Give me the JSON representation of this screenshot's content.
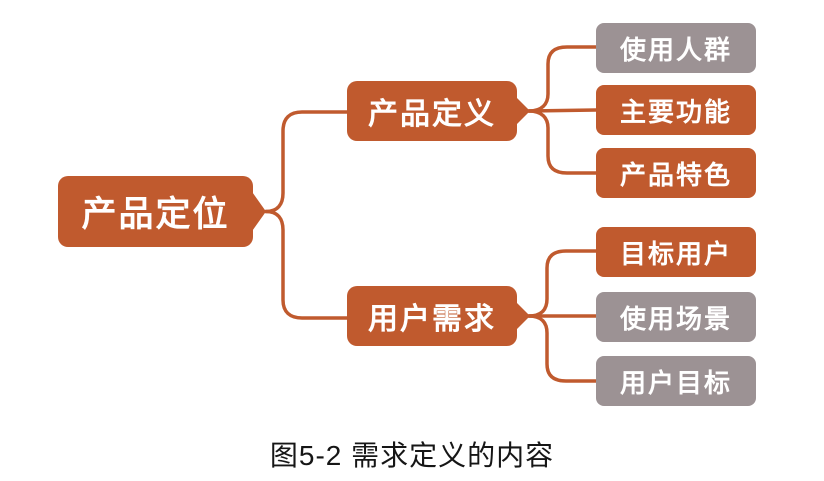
{
  "figure": {
    "caption": "图5-2 需求定义的内容"
  },
  "colors": {
    "orange": "#c05a2e",
    "gray": "#9c9294",
    "node_text": "#ffffff",
    "caption_text": "#161616",
    "background": "#ffffff"
  },
  "diagram": {
    "type": "horizontal-hierarchy-mindmap",
    "root": {
      "label": "产品定位",
      "variant": "orange"
    },
    "branches": [
      {
        "label": "产品定义",
        "variant": "orange",
        "children": [
          {
            "label": "使用人群",
            "variant": "gray"
          },
          {
            "label": "主要功能",
            "variant": "orange"
          },
          {
            "label": "产品特色",
            "variant": "orange"
          }
        ]
      },
      {
        "label": "用户需求",
        "variant": "orange",
        "children": [
          {
            "label": "目标用户",
            "variant": "orange"
          },
          {
            "label": "使用场景",
            "variant": "gray"
          },
          {
            "label": "用户目标",
            "variant": "gray"
          }
        ]
      }
    ]
  }
}
